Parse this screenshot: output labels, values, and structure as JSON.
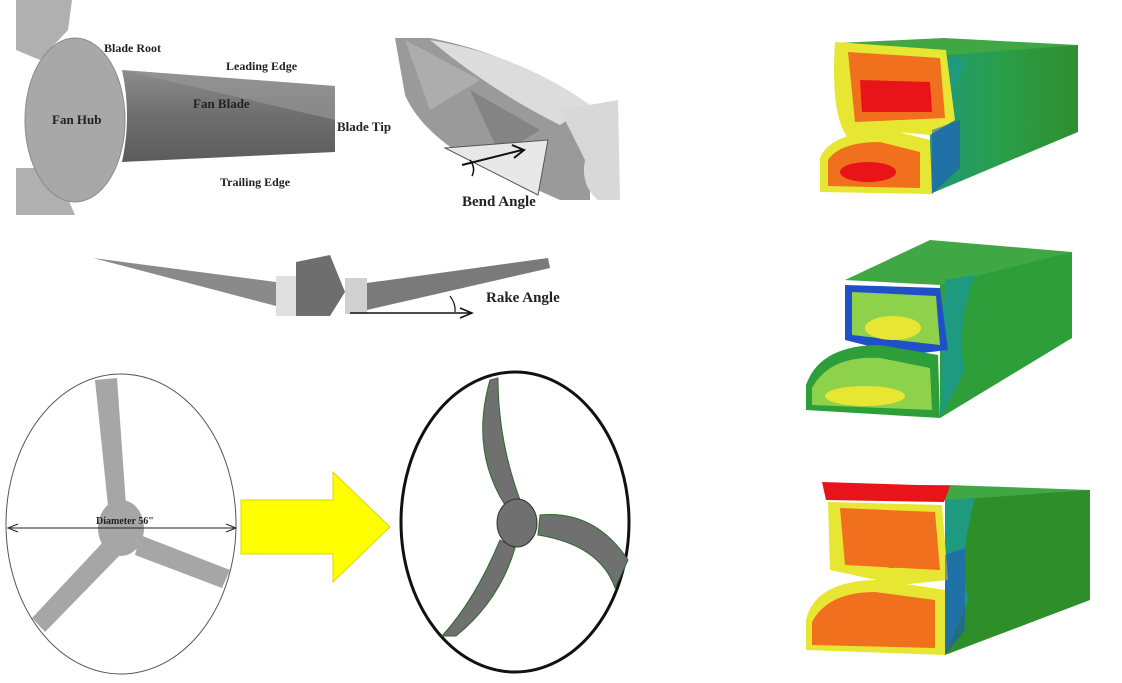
{
  "blade_diagram": {
    "fan_hub": "Fan Hub",
    "blade_root": "Blade Root",
    "leading_edge": "Leading Edge",
    "fan_blade": "Fan Blade",
    "blade_tip": "Blade Tip",
    "trailing_edge": "Trailing Edge"
  },
  "bend_diagram": {
    "bend_angle": "Bend Angle"
  },
  "rake_diagram": {
    "rake_angle": "Rake Angle"
  },
  "fan_comparison": {
    "diameter": "Diameter 56\""
  },
  "colors": {
    "arrow_fill": "#ffff00",
    "hub_grey": "#a6a6a6",
    "blade_grey": "#7f7f7f",
    "contour_red": "#e8141a",
    "contour_orange": "#f0701e",
    "contour_yellow": "#e6e633",
    "contour_green": "#2e9e3a",
    "contour_teal": "#1f9c7a",
    "contour_blue": "#2050c8"
  }
}
